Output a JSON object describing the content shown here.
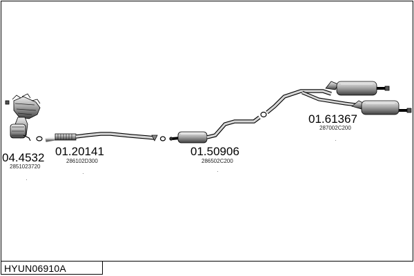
{
  "diagram_code": "HYUN06910A",
  "parts": [
    {
      "part_number": "04.4532",
      "oem_number": "2851023720"
    },
    {
      "part_number": "01.20141",
      "oem_number": "286102D300"
    },
    {
      "part_number": "01.50906",
      "oem_number": "286502C200"
    },
    {
      "part_number": "01.61367",
      "oem_number": "287002C200"
    }
  ],
  "colors": {
    "line": "#000000",
    "part_fill": "#cfcfcf",
    "part_shade": "#8a8a8a",
    "background": "#ffffff"
  }
}
